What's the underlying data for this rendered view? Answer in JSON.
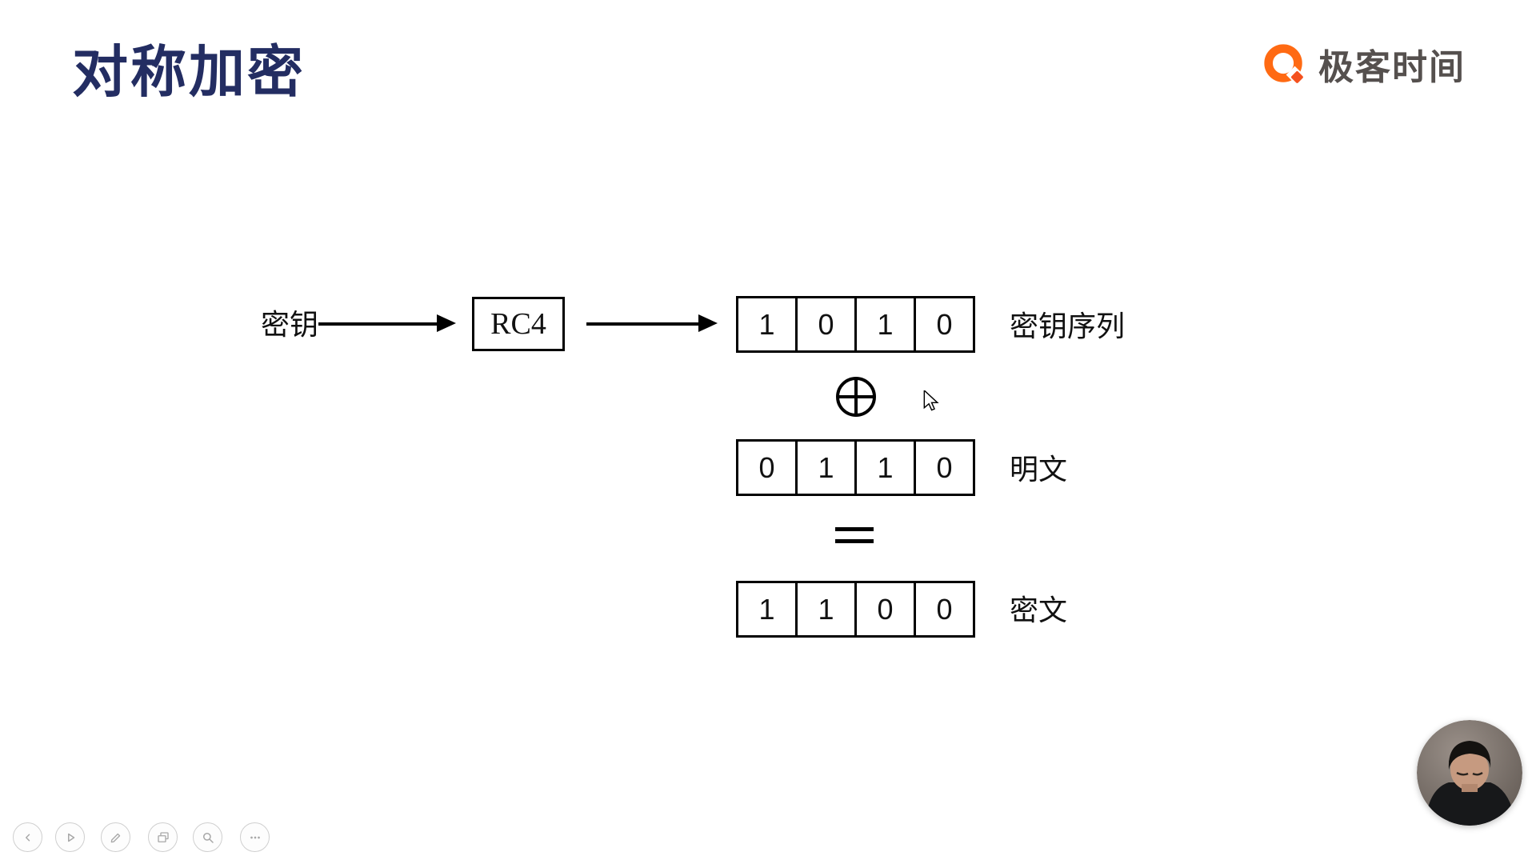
{
  "slide": {
    "title": "对称加密",
    "brand": {
      "name": "极客时间",
      "accent_color": "#ff6a13"
    }
  },
  "diagram": {
    "key_label": "密钥",
    "algorithm": "RC4",
    "operators": {
      "xor": "⊕",
      "equals": "="
    },
    "rows": [
      {
        "id": "keystream",
        "bits": [
          "1",
          "0",
          "1",
          "0"
        ],
        "label": "密钥序列"
      },
      {
        "id": "plaintext",
        "bits": [
          "0",
          "1",
          "1",
          "0"
        ],
        "label": "明文"
      },
      {
        "id": "ciphertext",
        "bits": [
          "1",
          "1",
          "0",
          "0"
        ],
        "label": "密文"
      }
    ]
  },
  "toolbar": {
    "buttons": [
      {
        "id": "previous",
        "icon": "chevron-left-icon"
      },
      {
        "id": "next",
        "icon": "play-icon"
      },
      {
        "id": "pen",
        "icon": "pen-icon"
      },
      {
        "id": "slides",
        "icon": "slides-icon"
      },
      {
        "id": "zoom",
        "icon": "magnifier-icon"
      },
      {
        "id": "more",
        "icon": "ellipsis-icon"
      }
    ]
  }
}
